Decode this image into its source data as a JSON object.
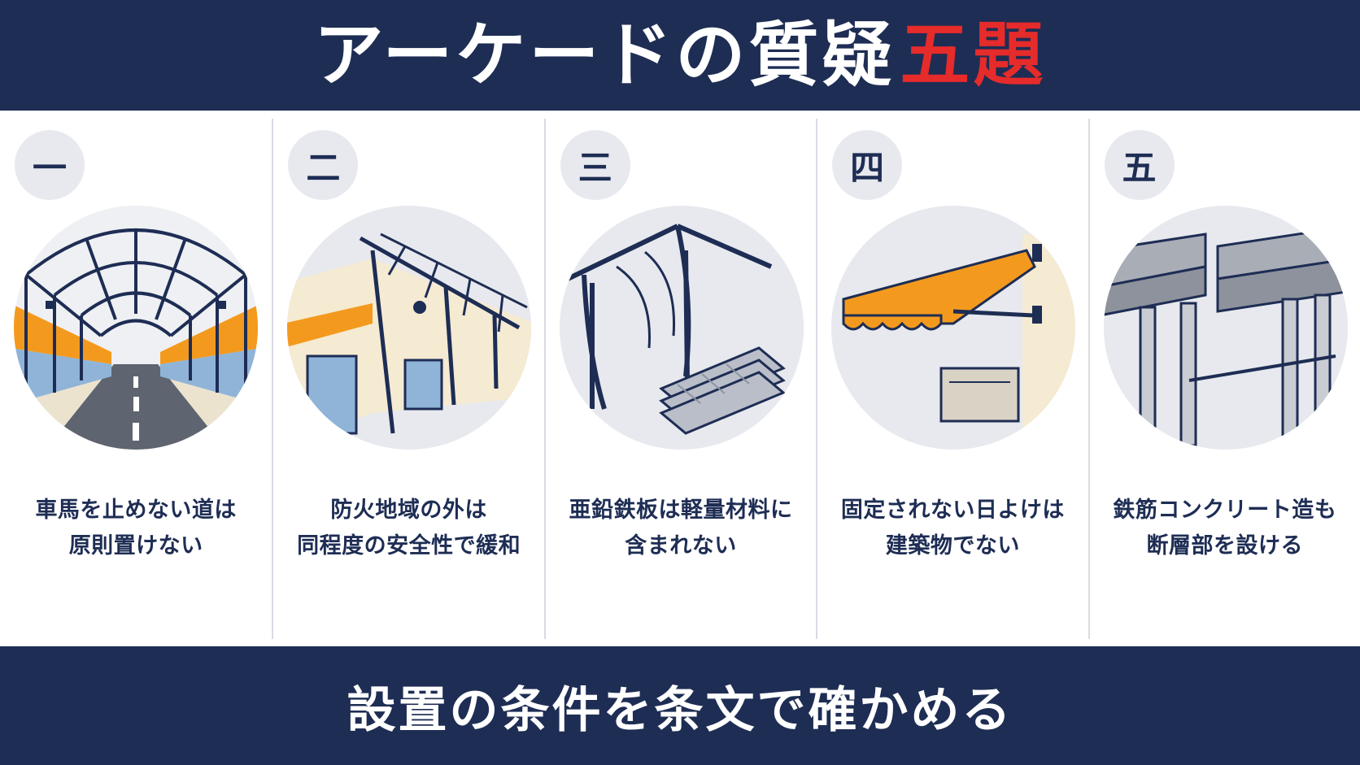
{
  "header": {
    "title_main": "アーケードの質疑",
    "title_accent": "五題"
  },
  "panels": [
    {
      "number": "一",
      "illustration": "covered-street-arcade",
      "caption_line1": "車馬を止めない道は",
      "caption_line2": "原則置けない"
    },
    {
      "number": "二",
      "illustration": "storefront-canopy",
      "caption_line1": "防火地域の外は",
      "caption_line2": "同程度の安全性で緩和"
    },
    {
      "number": "三",
      "illustration": "frame-and-corrugated-sheets",
      "caption_line1": "亜鉛鉄板は軽量材料に",
      "caption_line2": "含まれない"
    },
    {
      "number": "四",
      "illustration": "retractable-awning",
      "caption_line1": "固定されない日よけは",
      "caption_line2": "建築物でない"
    },
    {
      "number": "五",
      "illustration": "concrete-expansion-joint",
      "caption_line1": "鉄筋コンクリート造も",
      "caption_line2": "断層部を設ける"
    }
  ],
  "footer": {
    "text": "設置の条件を条文で確かめる"
  },
  "colors": {
    "navy": "#1e2d54",
    "accent_red": "#e62b2b",
    "orange": "#f39a1e",
    "circle_bg": "#e7e9ee"
  }
}
